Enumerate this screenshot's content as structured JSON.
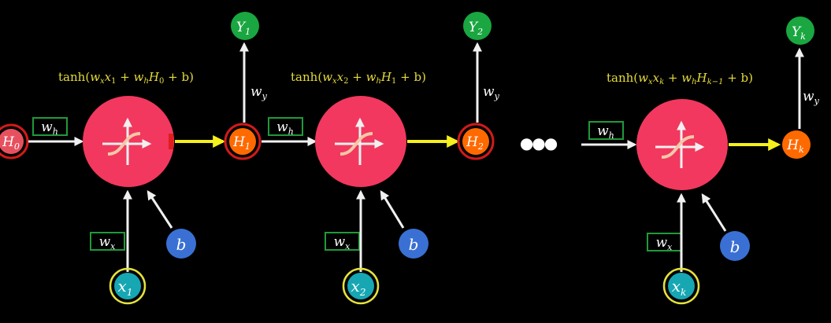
{
  "colors": {
    "background": "#000000",
    "neuron": "#f2385e",
    "sigmoid": "#f3c8a8",
    "hidden_node": "#ff6a00",
    "output_node": "#1aa640",
    "input_node": "#16a7b3",
    "bias_node": "#3a70d3",
    "main_arrow": "#f5f01e",
    "white_arrow": "#f0f0f0",
    "weight_box": "#1f9a3a",
    "highlight_ring": "#d11a1a",
    "input_ring": "#e6e23c",
    "formula_text": "#e6dc3c"
  },
  "h0": {
    "name": "H",
    "sub": "0"
  },
  "ellipsis": "●●●",
  "cells": [
    {
      "formula": {
        "prefix": "tanh(",
        "wx": "w",
        "wx_sub": "x",
        "x": "x",
        "x_sub": "1",
        "plus1": " + ",
        "wh": "w",
        "wh_sub": "h",
        "h": "H",
        "h_sub": "0",
        "tail": " + b)"
      },
      "wh_label": {
        "w": "w",
        "sub": "h"
      },
      "wx_label": {
        "w": "w",
        "sub": "x"
      },
      "wy_label": {
        "w": "w",
        "sub": "y"
      },
      "input": {
        "name": "x",
        "sub": "1"
      },
      "bias": "b",
      "hidden": {
        "name": "H",
        "sub": "1"
      },
      "output": {
        "name": "Y",
        "sub": "1"
      }
    },
    {
      "formula": {
        "prefix": "tanh(",
        "wx": "w",
        "wx_sub": "x",
        "x": "x",
        "x_sub": "2",
        "plus1": " + ",
        "wh": "w",
        "wh_sub": "h",
        "h": "H",
        "h_sub": "1",
        "tail": " + b)"
      },
      "wh_label": {
        "w": "w",
        "sub": "h"
      },
      "wx_label": {
        "w": "w",
        "sub": "x"
      },
      "wy_label": {
        "w": "w",
        "sub": "y"
      },
      "input": {
        "name": "x",
        "sub": "2"
      },
      "bias": "b",
      "hidden": {
        "name": "H",
        "sub": "2"
      },
      "output": {
        "name": "Y",
        "sub": "2"
      }
    },
    {
      "formula": {
        "prefix": "tanh(",
        "wx": "w",
        "wx_sub": "x",
        "x": "x",
        "x_sub": "k",
        "plus1": " + ",
        "wh": "w",
        "wh_sub": "h",
        "h": "H",
        "h_sub": "k−1",
        "tail": " + b)"
      },
      "wh_label": {
        "w": "w",
        "sub": "h"
      },
      "wx_label": {
        "w": "w",
        "sub": "x"
      },
      "wy_label": {
        "w": "w",
        "sub": "y"
      },
      "input": {
        "name": "x",
        "sub": "k"
      },
      "bias": "b",
      "hidden": {
        "name": "H",
        "sub": "k"
      },
      "output": {
        "name": "Y",
        "sub": "k"
      }
    }
  ]
}
